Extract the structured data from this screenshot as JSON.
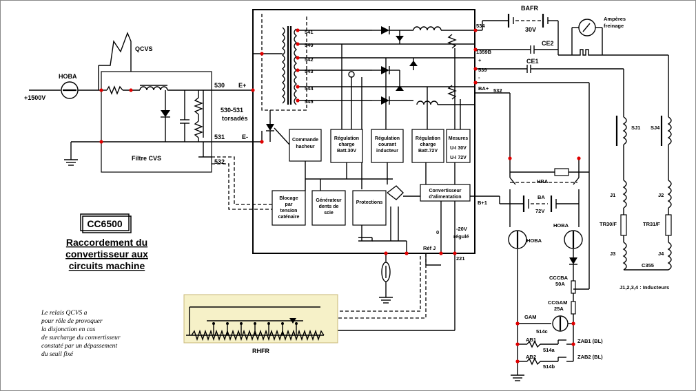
{
  "title": {
    "code": "CC6500",
    "line1": "Raccordement du",
    "line2": "convertisseur aux",
    "line3": "circuits machine"
  },
  "note": {
    "lines": [
      "Le relais QCVS a",
      "pour rôle de provoquer",
      "la disjonction en cas",
      "de surcharge du convertisseur",
      "constaté par un dépassement",
      "du seuil fixé"
    ]
  },
  "labels": {
    "hoba_left": "HOBA",
    "voltage_in": "+1500V",
    "qcvs": "QCVS",
    "filtre": "Filtre CVS",
    "torsades_1": "530-531",
    "torsades_2": "torsadés",
    "n530": "530",
    "n531": "531",
    "n532": "532",
    "e_plus": "E+",
    "e_minus": "E-",
    "n541": "541",
    "n540": "540",
    "n542": "542",
    "n543": "543",
    "n544": "544",
    "n545": "545",
    "n534": "534",
    "n1359b": "1359B",
    "n539": "539",
    "n532b": "532",
    "ba_plus": "BA+",
    "bafr": "BAFR",
    "v30": "30V",
    "ce2": "CE2",
    "ce1": "CE1",
    "amperes_1": "Ampères",
    "amperes_2": "freinage",
    "sj1": "SJ1",
    "sj4": "SJ4",
    "j1": "J1",
    "j2": "J2",
    "j3": "J3",
    "j4": "J4",
    "tr30": "TR30/F",
    "tr31": "TR31/F",
    "c355": "C355",
    "inducteurs": "J1,2,3,4 : Inducteurs",
    "hba": "HBA",
    "ba": "BA",
    "v72": "72V",
    "b_plus1": "B+1",
    "hoba_r1": "HOBA",
    "hoba_r2": "HOBA",
    "ccba_1": "CCCBA",
    "ccba_2": "50A",
    "ccgam_1": "CCGAM",
    "ccgam_2": "25A",
    "gam": "GAM",
    "n514c": "514c",
    "ab1": "AB1",
    "n514a": "514a",
    "zab1": "ZAB1 (BL)",
    "ab2": "AB2",
    "n514b": "514b",
    "zab2": "ZAB2 (BL)",
    "rhfr": "RHFR",
    "ref_j": "Réf J",
    "n221": "221",
    "zero": "0",
    "m20v_1": "-20V",
    "m20v_2": "régulé",
    "plus_sign": "+",
    "minus_sign": "-"
  },
  "blocks": {
    "commande_1": "Commande",
    "commande_2": "hacheur",
    "reg30_1": "Régulation",
    "reg30_2": "charge",
    "reg30_3": "Batt.30V",
    "regi_1": "Régulation",
    "regi_2": "courant",
    "regi_3": "inducteur",
    "reg72_1": "Régulation",
    "reg72_2": "charge",
    "reg72_3": "Batt.72V",
    "mes_1": "Mesures",
    "mes_2": "U-I 30V",
    "mes_3": "U-I 72V",
    "blocage_1": "Blocage",
    "blocage_2": "par",
    "blocage_3": "tension",
    "blocage_4": "caténaire",
    "gen_1": "Générateur",
    "gen_2": "dents de",
    "gen_3": "scie",
    "protections": "Protections",
    "conv_1": "Convertisseur",
    "conv_2": "d'alimentation"
  },
  "colors": {
    "wire": "#000000",
    "junction": "#e00000",
    "rhfr_bg": "#f6f1c8",
    "rhfr_border": "#c8b878"
  }
}
